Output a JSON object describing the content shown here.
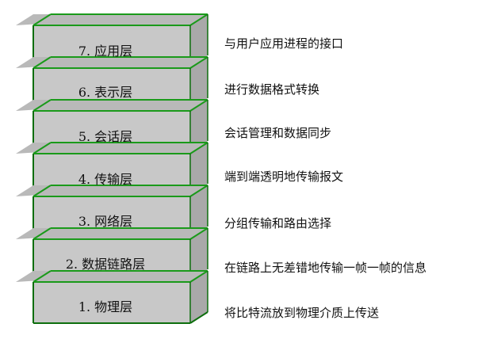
{
  "layers": [
    {
      "name": "7. 应用层",
      "desc": "与用户应用进程的接口"
    },
    {
      "name": "6. 表示层",
      "desc": "进行数据格式转换"
    },
    {
      "name": "5. 会话层",
      "desc": "会话管理和数据同步"
    },
    {
      "name": "4. 传输层",
      "desc": "端到端透明地传输报文"
    },
    {
      "name": "3. 网络层",
      "desc": "分组传输和路由选择"
    },
    {
      "name": "2. 数据链路层",
      "desc": "在链路上无差错地传输一帧一帧的信息"
    },
    {
      "name": "1. 物理层",
      "desc": "将比特流放到物理介质上传送"
    }
  ],
  "colors": {
    "front": "#c8c8c8",
    "top": "#b9b9b9",
    "side": "#a9a9a9",
    "edge": "#1a9a1a",
    "edge_dark": "#0d6e0d"
  }
}
